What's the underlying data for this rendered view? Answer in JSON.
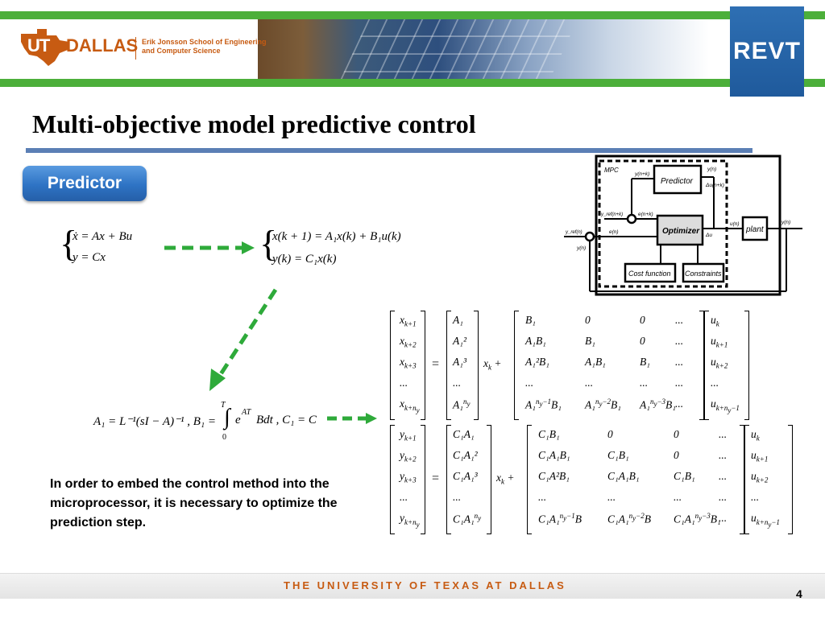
{
  "header": {
    "logo_ut": "UT",
    "logo_dallas": "DALLAS",
    "logo_school": "Erik Jonsson School of Engineering\nand Computer Science",
    "revt": "REVT"
  },
  "title": "Multi-objective model predictive control",
  "badge": "Predictor",
  "continuous_system": {
    "line1": "ẋ = Ax + Bu",
    "line2": "y = Cx"
  },
  "discrete_system": {
    "line1": "x(k + 1) = A₁x(k) + B₁u(k)",
    "line2": "y(k) = C₁x(k)"
  },
  "discretization": {
    "part1": "A₁ = L⁻¹(sI − A)⁻¹ , B₁ = ",
    "integral_upper": "T",
    "integral_lower": "0",
    "part2": "e",
    "part2_sup": "AT",
    "part3": "Bdt , C₁ = C"
  },
  "matrix_x": {
    "lhs": [
      "x_{k+1}",
      "x_{k+2}",
      "x_{k+3}",
      "...",
      "x_{k+n_y}"
    ],
    "A": [
      "A₁",
      "A₁²",
      "A₁³",
      "...",
      "A₁^{n_y}"
    ],
    "xk": "x_k +",
    "B": [
      [
        "B₁",
        "0",
        "0",
        "..."
      ],
      [
        "A₁B₁",
        "B₁",
        "0",
        "..."
      ],
      [
        "A₁²B₁",
        "A₁B₁",
        "B₁",
        "..."
      ],
      [
        "...",
        "...",
        "...",
        "..."
      ],
      [
        "A₁^{n_y−1}B₁",
        "A₁^{n_y−2}B₁",
        "A₁^{n_y−3}B₁",
        "..."
      ]
    ],
    "u": [
      "u_k",
      "u_{k+1}",
      "u_{k+2}",
      "...",
      "u_{k+n_y−1}"
    ]
  },
  "matrix_y": {
    "lhs": [
      "y_{k+1}",
      "y_{k+2}",
      "y_{k+3}",
      "...",
      "y_{k+n_y}"
    ],
    "A": [
      "C₁A₁",
      "C₁A₁²",
      "C₁A₁³",
      "...",
      "C₁A₁^{n_y}"
    ],
    "xk": "x_k +",
    "B": [
      [
        "C₁B₁",
        "0",
        "0",
        "..."
      ],
      [
        "C₁A₁B₁",
        "C₁B₁",
        "0",
        "..."
      ],
      [
        "C₁A²B₁",
        "C₁A₁B₁",
        "C₁B₁",
        "..."
      ],
      [
        "...",
        "...",
        "...",
        "..."
      ],
      [
        "C₁A₁^{n_y−1}B",
        "C₁A₁^{n_y−2}B",
        "C₁A₁^{n_y−3}B₁",
        "..."
      ]
    ],
    "u": [
      "u_k",
      "u_{k+1}",
      "u_{k+2}",
      "...",
      "u_{k+n_y−1}"
    ]
  },
  "note": "In order to embed the control method into the microprocessor, it is necessary to optimize the prediction step.",
  "diagram": {
    "mpc": "MPC",
    "predictor": "Predictor",
    "optimizer": "Optimizer",
    "plant": "plant",
    "cost_function": "Cost function",
    "constraints": "Constraints",
    "y_n_k": "y(n+k)",
    "y_n_top": "y(n)",
    "du_n_k": "Δu(n+k)",
    "yref_n_k": "y_ref(n+k)",
    "e_n_k": "e(n+k)",
    "yref_n": "y_ref(n)",
    "e_n": "e(n)",
    "y_n_left": "y(n)",
    "du": "Δu",
    "u_n": "u(n)",
    "y_n_out": "y(n)"
  },
  "footer": {
    "university": "THE UNIVERSITY OF TEXAS AT DALLAS",
    "page": "4"
  },
  "colors": {
    "green_band": "#4caf3a",
    "revt_blue": "#1f5a9c",
    "badge_blue": "#2e73c4",
    "title_rule": "#5b7fb5",
    "utd_orange": "#c75b12",
    "arrow_green": "#2eaa3a"
  }
}
